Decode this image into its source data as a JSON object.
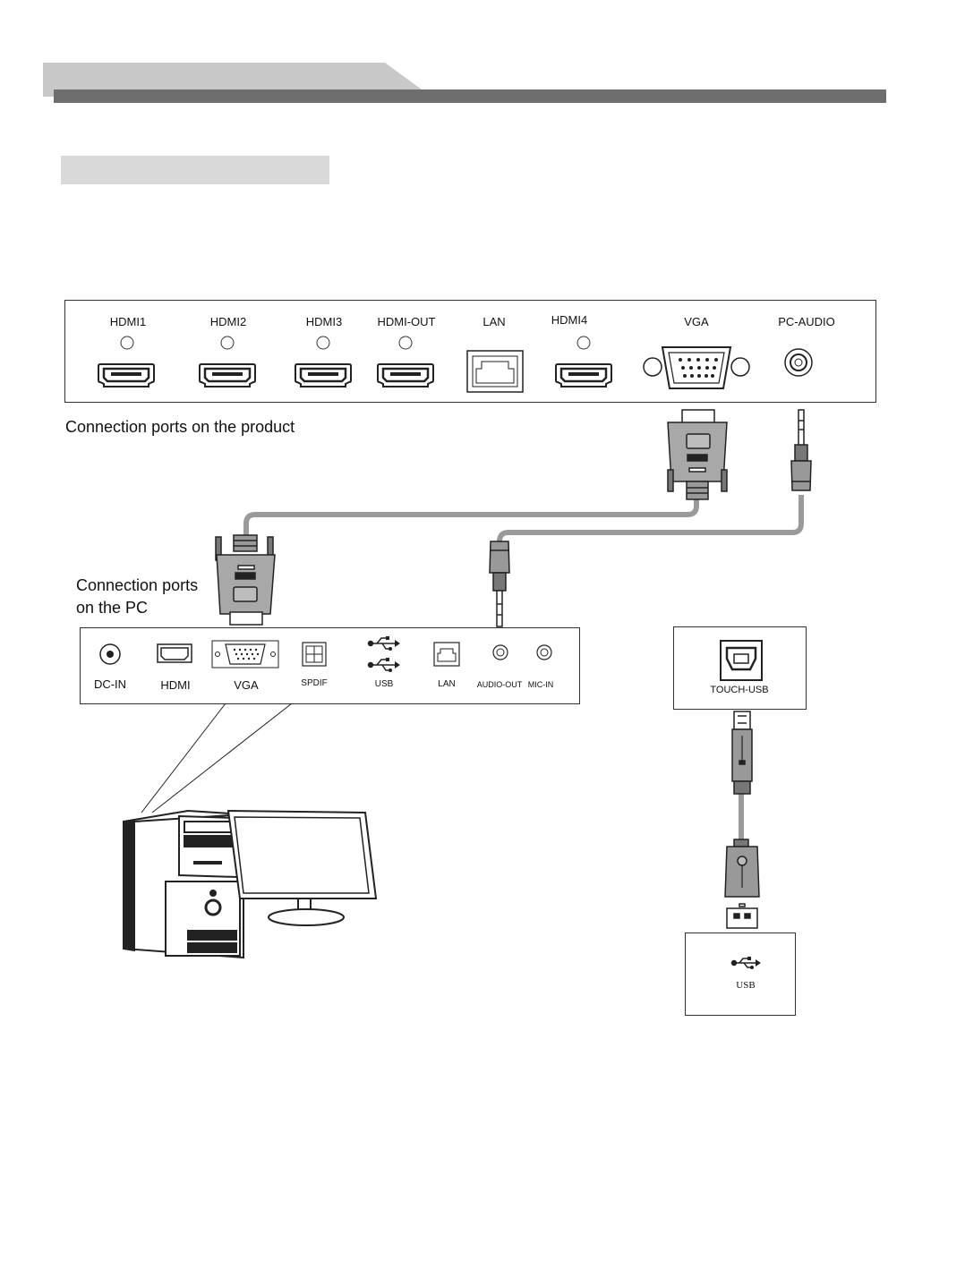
{
  "product_panel": {
    "ports": [
      "HDMI1",
      "HDMI2",
      "HDMI3",
      "HDMI-OUT",
      "LAN",
      "HDMI4",
      "VGA",
      "PC-AUDIO"
    ],
    "caption": "Connection ports on the product"
  },
  "pc_panel": {
    "caption_line1": "Connection ports",
    "caption_line2": "on the PC",
    "ports": [
      "DC-IN",
      "HDMI",
      "VGA",
      "SPDIF",
      "USB",
      "LAN",
      "AUDIO-OUT",
      "MIC-IN"
    ]
  },
  "touch_usb_box": {
    "label": "TOUCH-USB"
  },
  "usb_box": {
    "label": "USB"
  }
}
